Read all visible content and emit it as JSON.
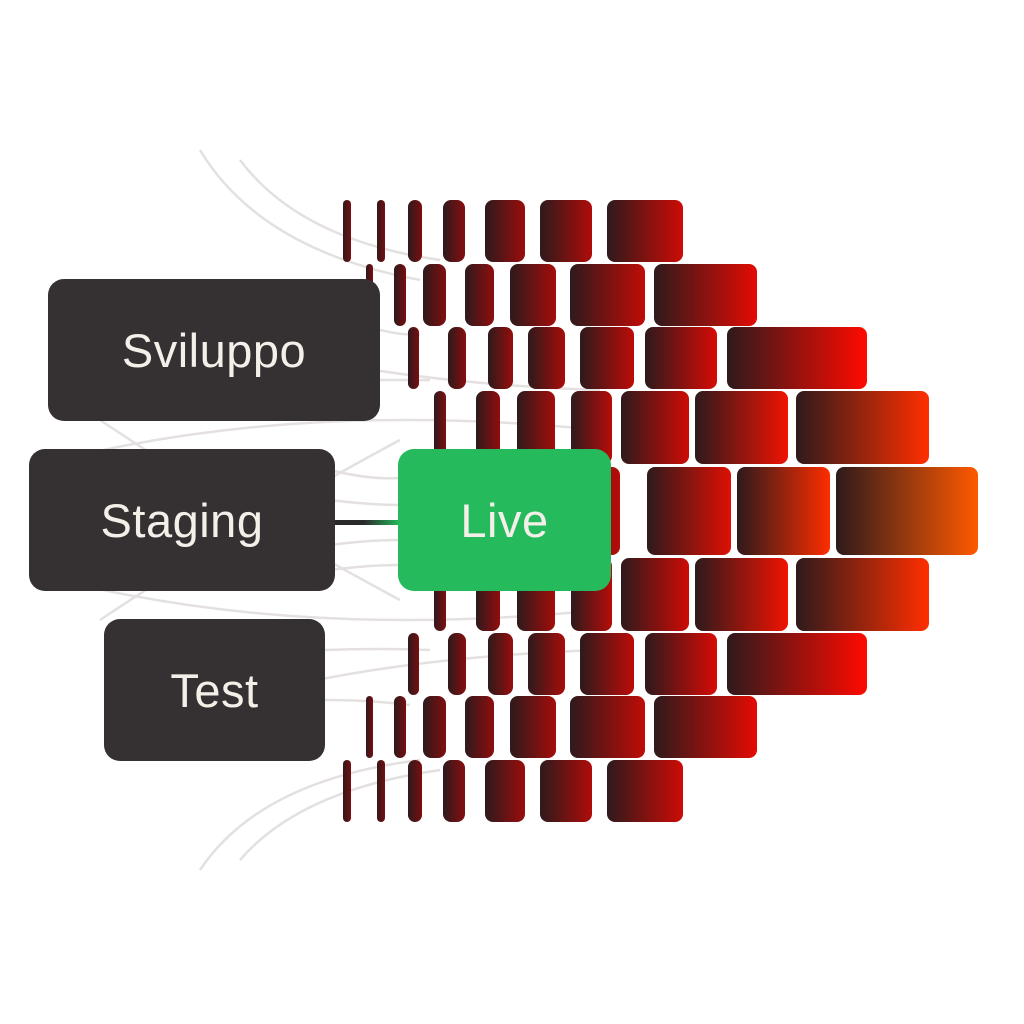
{
  "environments": [
    {
      "label": "Sviluppo"
    },
    {
      "label": "Staging"
    },
    {
      "label": "Test"
    }
  ],
  "target": {
    "label": "Live"
  },
  "colors": {
    "box": "#353032",
    "live": "#25bb5c",
    "text": "#f4efe9",
    "brick_dark": "#2e1a1c",
    "brick_red": "#ff0a00",
    "brick_orange": "#ff5a00"
  }
}
